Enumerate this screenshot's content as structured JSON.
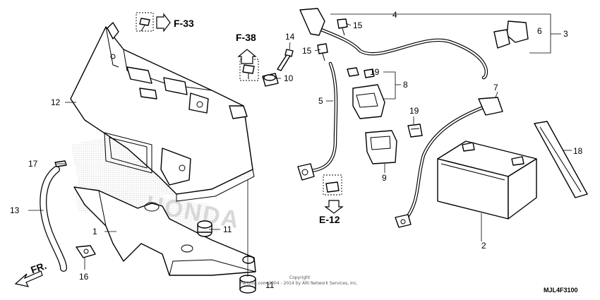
{
  "callouts": {
    "c1": "1",
    "c2": "2",
    "c3": "3",
    "c4": "4",
    "c5": "5",
    "c6": "6",
    "c7": "7",
    "c8": "8",
    "c9": "9",
    "c10": "10",
    "c11a": "11",
    "c11b": "11",
    "c12": "12",
    "c13": "13",
    "c14": "14",
    "c15a": "15",
    "c15b": "15",
    "c16": "16",
    "c17": "17",
    "c18": "18",
    "c19a": "19",
    "c19b": "19"
  },
  "references": {
    "f33": "F-33",
    "f38": "F-38",
    "e12": "E-12"
  },
  "front_label": "FR.",
  "copyright": {
    "line1": "Copyright",
    "line2": "Partzilla.com 2004 - 2014 by ARI Network Services, Inc."
  },
  "diagram_code": "MJL4F3100",
  "watermark": "HONDA"
}
